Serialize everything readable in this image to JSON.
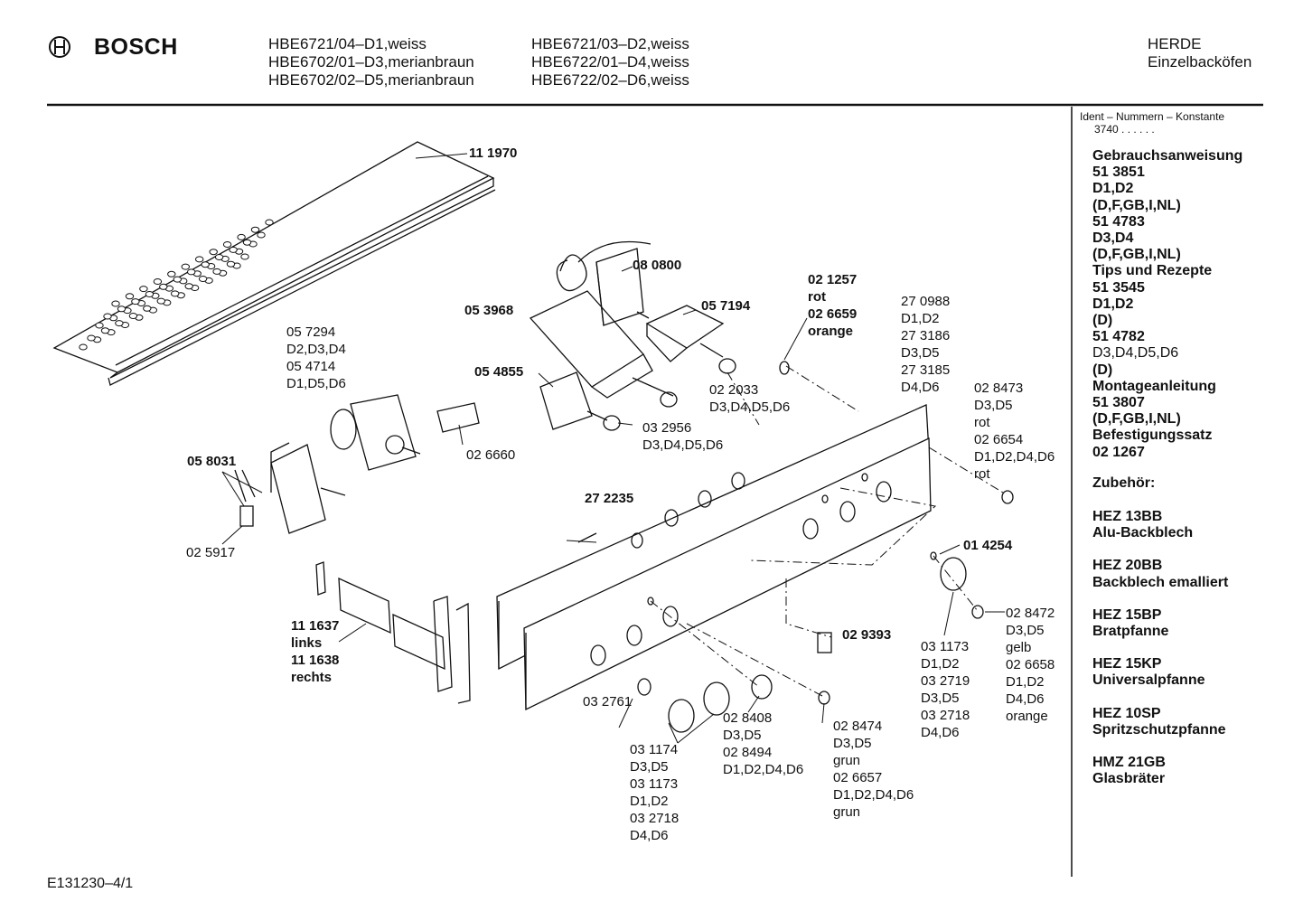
{
  "header": {
    "brand": "BOSCH",
    "models_col1": [
      "HBE6721/04–D1,weiss",
      "HBE6702/01–D3,merianbraun",
      "HBE6702/02–D5,merianbraun"
    ],
    "models_col2": [
      "HBE6721/03–D2,weiss",
      "HBE6722/01–D4,weiss",
      "HBE6722/02–D6,weiss"
    ],
    "category": [
      "HERDE",
      "Einzelbacköfen"
    ]
  },
  "sidebar": {
    "ident_label": "Ident – Nummern – Konstante",
    "ident_value": "3740 . .   . . . .",
    "lines": [
      {
        "t": "Gebrauchsanweisung",
        "bold": true
      },
      {
        "t": "51 3851",
        "bold": true
      },
      {
        "t": "D1,D2",
        "bold": true
      },
      {
        "t": "(D,F,GB,I,NL)",
        "bold": true
      },
      {
        "t": "51 4783",
        "bold": true
      },
      {
        "t": "D3,D4",
        "bold": true
      },
      {
        "t": "(D,F,GB,I,NL)",
        "bold": true
      },
      {
        "t": "Tips und Rezepte",
        "bold": true
      },
      {
        "t": "51 3545",
        "bold": true
      },
      {
        "t": "D1,D2",
        "bold": true
      },
      {
        "t": "(D)",
        "bold": true
      },
      {
        "t": "51 4782",
        "bold": true
      },
      {
        "t": "D3,D4,D5,D6",
        "bold": false
      },
      {
        "t": "(D)",
        "bold": true
      },
      {
        "t": "Montageanleitung",
        "bold": true
      },
      {
        "t": "51 3807",
        "bold": true
      },
      {
        "t": "(D,F,GB,I,NL)",
        "bold": true
      },
      {
        "t": "Befestigungssatz",
        "bold": true
      },
      {
        "t": "02 1267",
        "bold": true
      }
    ],
    "zubehoer_title": "Zubehör:",
    "accessories": [
      {
        "code": "HEZ 13BB",
        "name": "Alu-Backblech"
      },
      {
        "code": "HEZ 20BB",
        "name": "Backblech emalliert"
      },
      {
        "code": "HEZ 15BP",
        "name": "Bratpfanne"
      },
      {
        "code": "HEZ 15KP",
        "name": "Universalpfanne"
      },
      {
        "code": "HEZ 10SP",
        "name": "Spritzschutzpfanne"
      },
      {
        "code": "HMZ 21GB",
        "name": "Glasbräter"
      }
    ]
  },
  "parts": {
    "p111970": "11 1970",
    "p080800": "08 0800",
    "p053968": "05 3968",
    "p057194": "05 7194",
    "p021257": [
      "02 1257",
      "rot",
      "02 6659",
      "orange"
    ],
    "p270988": [
      "27 0988",
      "D1,D2",
      "27 3186",
      "D3,D5",
      "27 3185",
      "D4,D6"
    ],
    "p057294": [
      "05 7294",
      "D2,D3,D4",
      "05 4714",
      "D1,D5,D6"
    ],
    "p054855": "05 4855",
    "p022033": [
      "02 2033",
      "D3,D4,D5,D6"
    ],
    "p028473": [
      "02 8473",
      "D3,D5",
      "rot",
      "02 6654",
      "D1,D2,D4,D6",
      "rot"
    ],
    "p032956": [
      "03 2956",
      "D3,D4,D5,D6"
    ],
    "p026660": "02 6660",
    "p058031": "05 8031",
    "p025917": "02 5917",
    "p272235": "27 2235",
    "p014254": "01 4254",
    "p111637": [
      "11 1637",
      "links",
      "11 1638",
      "rechts"
    ],
    "p029393": "02 9393",
    "p028472": [
      "02 8472",
      "D3,D5",
      "gelb",
      "02 6658",
      "D1,D2",
      "D4,D6",
      "orange"
    ],
    "p031173": [
      "03 1173",
      "D1,D2",
      "03 2719",
      "D3,D5",
      "03 2718",
      "D4,D6"
    ],
    "p032761": "03 2761",
    "p031174": [
      "03 1174",
      "D3,D5",
      "03 1173",
      "D1,D2",
      "03 2718",
      "D4,D6"
    ],
    "p028408": [
      "02 8408",
      "D3,D5",
      "02 8494",
      "D1,D2,D4,D6"
    ],
    "p028474": [
      "02 8474",
      "D3,D5",
      "grun",
      "02 6657",
      "D1,D2,D4,D6",
      "grun"
    ]
  },
  "footer": {
    "code": "E131230–4/1"
  }
}
